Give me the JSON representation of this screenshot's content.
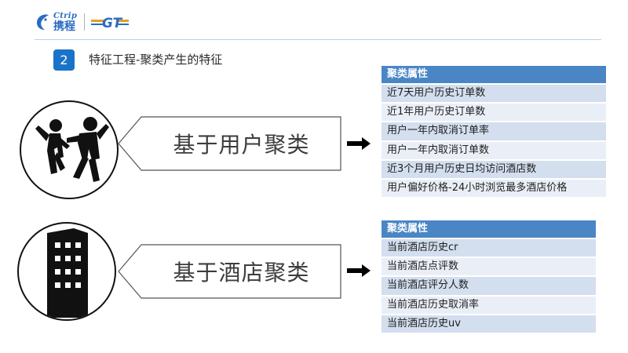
{
  "header": {
    "logo_en": "Ctrip",
    "logo_cn": "携程",
    "logo2_text": "GT"
  },
  "section": {
    "number": "2",
    "title": "特征工程-聚类产生的特征"
  },
  "user_cluster": {
    "icon": "people-running-icon",
    "label": "基于用户聚类",
    "table": {
      "header": "聚类属性",
      "rows": [
        "近7天用户历史订单数",
        "近1年用户历史订单数",
        "用户一年内取消订单率",
        "用户一年内取消订单数",
        "近3个月用户历史日均访问酒店数",
        "用户偏好价格-24小时浏览最多酒店价格"
      ]
    }
  },
  "hotel_cluster": {
    "icon": "hotel-building-icon",
    "label": "基于酒店聚类",
    "table": {
      "header": "聚类属性",
      "rows": [
        "当前酒店历史cr",
        "当前酒店点评数",
        "当前酒店评分人数",
        "当前酒店历史取消率",
        "当前酒店历史uv"
      ]
    }
  },
  "colors": {
    "accent": "#1a73c9",
    "table_header": "#4a86c5",
    "row_odd": "#d3deee",
    "row_even": "#eaeff7"
  }
}
